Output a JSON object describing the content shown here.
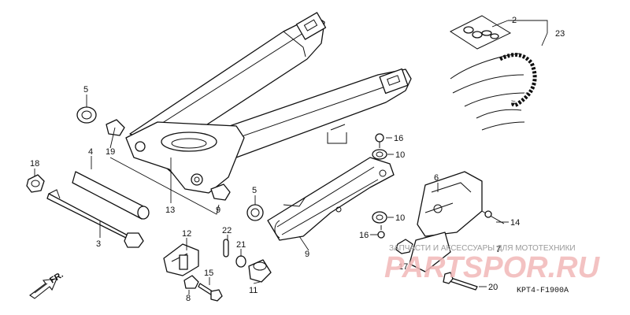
{
  "diagram": {
    "code": "KPT4-F1900A",
    "front_marker": "FR.",
    "watermark_tagline": "ЗАПЧАСТИ И АКСЕССУАРЫ ДЛЯ МОТОТЕХНИКИ",
    "watermark_brand": "PARTSPOR.RU",
    "callouts": {
      "c2": "2",
      "c23": "23",
      "c5a": "5",
      "c18": "18",
      "c4": "4",
      "c19": "19",
      "c13": "13",
      "c9a": "9",
      "c3": "3",
      "c12": "12",
      "c22": "22",
      "c21": "21",
      "c15": "15",
      "c8": "8",
      "c11": "11",
      "c5b": "5",
      "c9b": "9",
      "c16a": "16",
      "c10a": "10",
      "c10b": "10",
      "c16b": "16",
      "c6": "6",
      "c14": "14",
      "c17": "17",
      "c7": "7",
      "c20": "20"
    }
  }
}
